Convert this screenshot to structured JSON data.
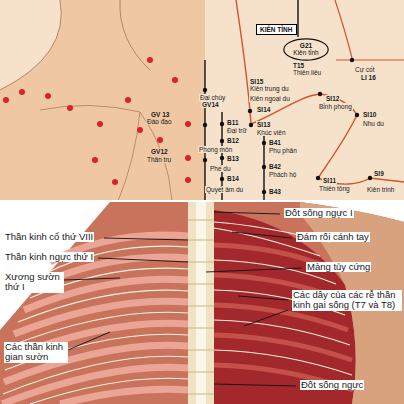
{
  "diagram": {
    "nodes": [
      {
        "text": [
          "KIÊN TỈNH"
        ]
      },
      {
        "text": [
          "G21",
          "Kiên tỉnh"
        ]
      }
    ],
    "labels": [
      "T15",
      "Thiên liêu",
      "Cự cốt",
      "LI 16",
      "Đại chùy",
      "GV14",
      "SI15",
      "Kiên trung du",
      "Kiên ngoại du",
      "SI14",
      "SI12",
      "Bỉnh phong",
      "SI10",
      "Nhu du",
      "GV 13",
      "Đào đạo",
      "B11",
      "Đại trữ",
      "SI13",
      "Khúc viên",
      "B12",
      "Phong môn",
      "GV12",
      "Thân trụ",
      "B41",
      "Phụ phân",
      "B13",
      "Phế du",
      "B42",
      "Phách hộ",
      "SI11",
      "Thiên tông",
      "SI9",
      "Kiên trinh",
      "B14",
      "Quyết âm du",
      "B43",
      "Thần kinh cổ thứ VIII",
      "Thần kinh ngực thứ I",
      "Xương sườn thứ I",
      "Các thần kinh gian sườn",
      "Đốt sống ngực I",
      "Đám rối cánh tay",
      "Màng tủy cứng",
      "Các dây của các rễ thần kinh gai sống (T7 và T8)",
      "Đốt sống ngực"
    ]
  }
}
